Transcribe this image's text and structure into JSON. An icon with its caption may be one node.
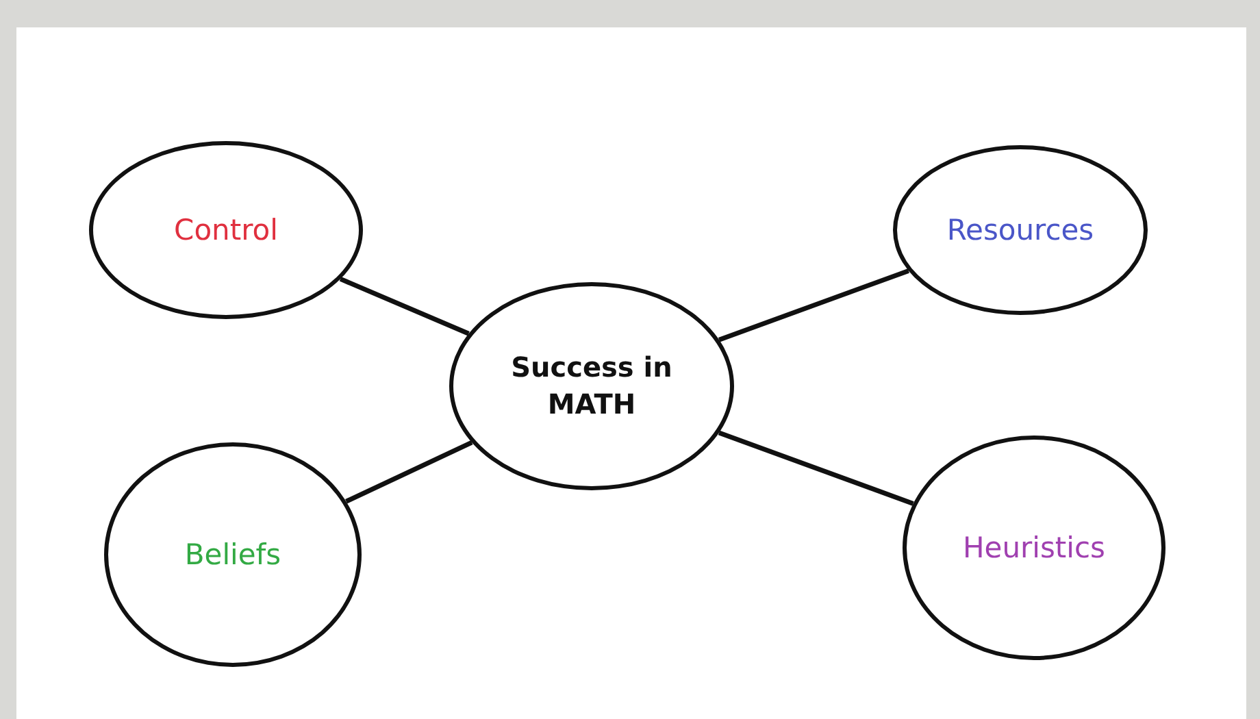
{
  "diagram": {
    "nodes": [
      {
        "text": [
          "Control"
        ]
      },
      {
        "text": [
          "Resources"
        ]
      },
      {
        "text": [
          "Success in MATH"
        ]
      },
      {
        "text": [
          "Beliefs"
        ]
      },
      {
        "text": [
          "Heuristics"
        ]
      }
    ],
    "edges": [
      {
        "from": 2,
        "to": 0,
        "arrow": "none"
      },
      {
        "from": 2,
        "to": 1,
        "arrow": "none"
      },
      {
        "from": 2,
        "to": 3,
        "arrow": "none"
      },
      {
        "from": 2,
        "to": 4,
        "arrow": "none"
      }
    ]
  }
}
